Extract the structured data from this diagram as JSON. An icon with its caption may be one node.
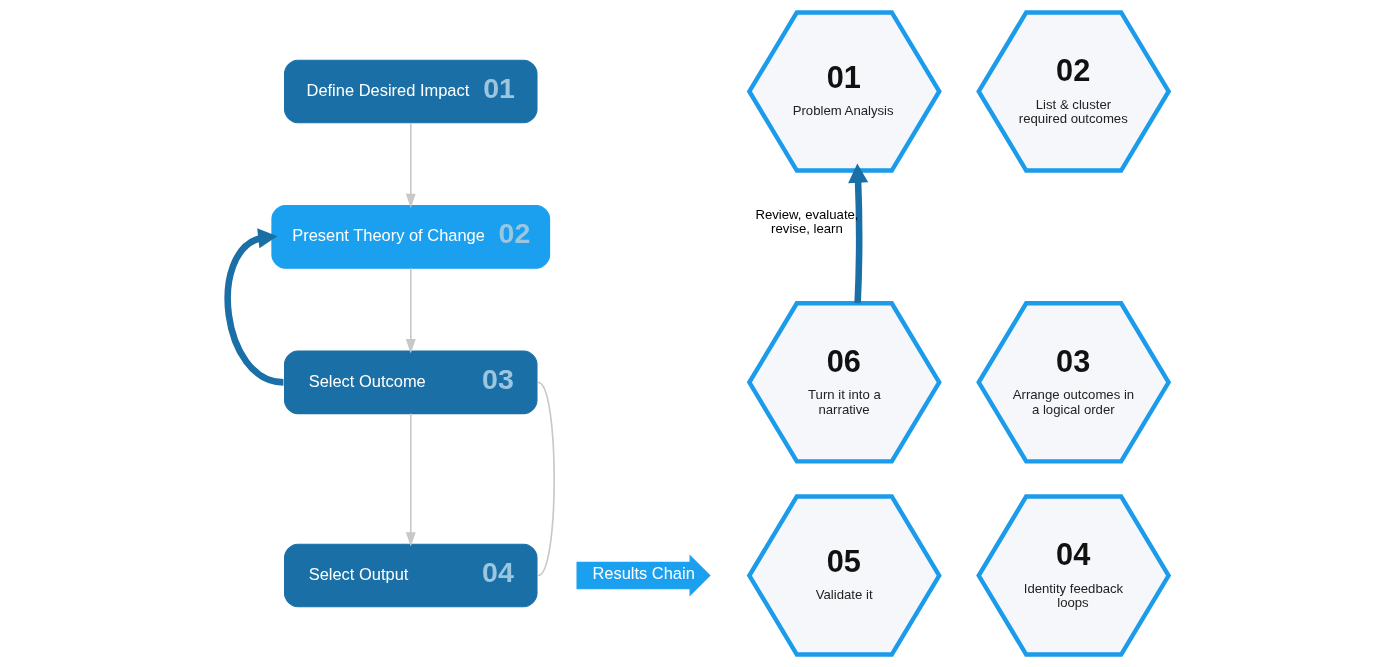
{
  "diagram": {
    "nodes": [
      {
        "text": [
          "Define Desired Impact",
          "01"
        ]
      },
      {
        "text": [
          "Present Theory of Change",
          "02"
        ]
      },
      {
        "text": [
          "Select Outcome",
          "03"
        ]
      },
      {
        "text": [
          "Select Output",
          "04"
        ]
      },
      {
        "text": [
          "Results Chain"
        ]
      },
      {
        "text": [
          "01",
          "Problem Analysis"
        ]
      },
      {
        "text": [
          "02",
          "List & cluster required outcomes"
        ]
      },
      {
        "text": [
          "03",
          "Arrange outcomes in a logical order"
        ]
      },
      {
        "text": [
          "04",
          "Identity feedback loops"
        ]
      },
      {
        "text": [
          "05",
          "Validate it"
        ]
      },
      {
        "text": [
          "06",
          "Turn it into a narrative"
        ]
      }
    ],
    "edges": [
      {
        "from": 0,
        "to": 1,
        "arrow": "to",
        "color": "#c8c8c8"
      },
      {
        "from": 1,
        "to": 2,
        "arrow": "to",
        "color": "#c8c8c8"
      },
      {
        "from": 2,
        "to": 3,
        "arrow": "to",
        "color": "#c8c8c8"
      },
      {
        "from": 2,
        "to": 1,
        "arrow": "to",
        "style": "thick",
        "color": "#1a70a6"
      },
      {
        "from": 2,
        "to": 3,
        "arrow": "none",
        "color": "#c8c8c8"
      },
      {
        "from": 10,
        "to": 5,
        "label": "Review, evaluate, revise, learn",
        "arrow": "to",
        "style": "thick",
        "color": "#1a70a6"
      }
    ]
  }
}
